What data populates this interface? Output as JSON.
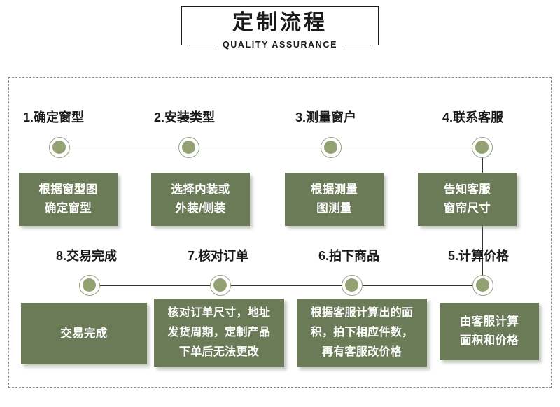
{
  "header": {
    "title": "定制流程",
    "subtitle": "QUALITY ASSURANCE"
  },
  "theme": {
    "card_green": "#6b7b57",
    "node_green": "#93a173",
    "node_ring": "#9aa383",
    "line_color": "#33352f",
    "dashed_border": "#8a8a8a",
    "text_dark": "#1a1a1a",
    "card_text": "#ffffff"
  },
  "flow": {
    "row1": {
      "direction": "left-to-right",
      "steps": [
        {
          "label": "1.确定窗型",
          "card": "根据窗型图\n确定窗型"
        },
        {
          "label": "2.安装类型",
          "card": "选择内装或\n外装/侧装"
        },
        {
          "label": "3.测量窗户",
          "card": "根据测量\n图测量"
        },
        {
          "label": "4.联系客服",
          "card": "告知客服\n窗帘尺寸"
        }
      ]
    },
    "row2": {
      "direction": "right-to-left",
      "steps": [
        {
          "label": "8.交易完成",
          "card": "交易完成"
        },
        {
          "label": "7.核对订单",
          "card": "核对订单尺寸，地址\n发货周期，定制产品\n下单后无法更改"
        },
        {
          "label": "6.拍下商品",
          "card": "根据客服计算出的面\n积，拍下相应件数，\n再有客服改价格"
        },
        {
          "label": "5.计算价格",
          "card": "由客服计算\n面积和价格"
        }
      ]
    }
  }
}
